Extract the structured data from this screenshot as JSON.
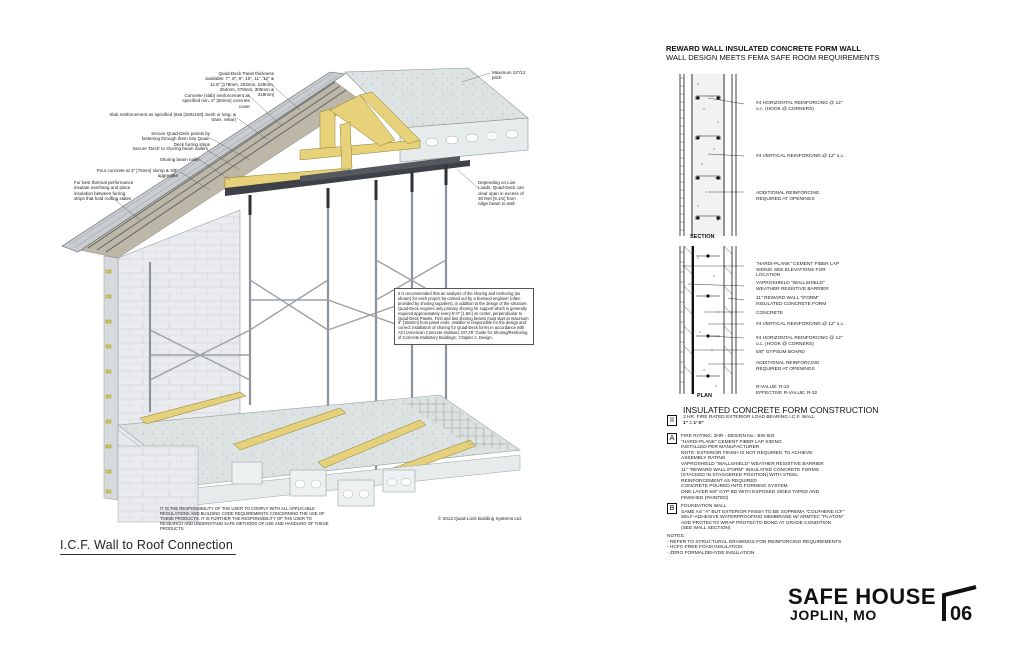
{
  "drawing": {
    "caption": "I.C.F. Wall to Roof Connection",
    "copyright": "© 2013 Quad-Lock Building Systems Ltd.",
    "callouts": [
      "Quad-Deck Panel thickness available: 7\", 8\", 9\", 10\", 11\", 12\" & 12.5\" [178mm, 203mm, 229mm, 254mm, 279mm, 305mm & 318mm]",
      "Concrete (slab) reinforcement as specified min. 2\" [50mm] concrete cover",
      "Slab reinforcement as specified (6x6 [150x150] mesh or long. & trans. rebar)",
      "Secure Quad-Deck panels by fastening through them into Quad-Deck furring strips",
      "Secure 'Deck' to shoring beam nailers",
      "Shoring beam nailer",
      "Pour concrete at 3\" [75mm] slump & 3/8\" aggregate",
      "For best thermal performance insulate overhang and place insulation between furring strips that hold roofing slates",
      "Maximum 12”/12 pitch",
      "Depending on Live Loads, Quad-Deck can clear span in excess of 30 feet [9.1m] from ridge beam to wall"
    ],
    "disclaimer": "It is recommended that an analysis of the shoring and reshoring (as shown) for each project be carried out by a licensed engineer (often provided by shoring suppliers), in addition to the design of the structure. Quad-Deck requires only primary shoring for support which is generally required approximately every 6'-0\" [1.8m] on center, perpendicular to Quad-Deck Panels. First and last shoring beams must start at maximum 6\" [150mm] from panel ends. Installer is responsible for the design and correct installation of shoring for Quad-Deck forms in accordance with ACI (American Concrete Institute) 347.2R 'Guide for Shoring/Reshoring of Concrete Multistory Buildings', Chapter 2, Design.",
    "responsibility": "IT IS THE RESPONSIBILITY OF THE USER TO COMPLY WITH ALL APPLICABLE REGULATIONS AND BUILDING CODE REQUIREMENTS CONCERNING THE USE OF THESE PRODUCTS. IT IS FURTHER THE RESPONSIBILITY OF THE USER TO RESEARCH AND UNDERSTAND SAFE METHODS OF USE AND HANDLING OF THESE PRODUCTS."
  },
  "wall": {
    "title": "REWARD WALL INSULATED CONCRETE FORM WALL",
    "subtitle": "WALL DESIGN MEETS FEMA SAFE ROOM REQUIREMENTS",
    "section_label": "SECTION",
    "plan_label": "PLAN",
    "section_notes": [
      "#4 HORIZONTAL REINFORCING @ 12\" o.c. (HOOK @ CORNERS)",
      "#4 VERTICAL REINFORCING @ 12\" o.c.",
      "ADDITIONAL REINFORCING REQUIRED AT OPENINGS"
    ],
    "plan_notes": [
      "\"HARDI-PLANK\" CEMENT FIBER LAP SIDING SEE ELEVATIONS FOR LOCATION",
      "VAPROSHIELD \"WALLSHIELD\" WEATHER RESISTIVE BARRIER",
      "11\" REWARD WALL \"iFORM\" INSULATED CONCRETE FORM",
      "CONCRETE",
      "#4 VERTICAL REINFORCING @ 12\" o.c.",
      "#4 HORIZONTAL REINFORCING @ 12\" o.c. (HOOK @ CORNERS)",
      "5/8\" GYPSUM BOARD",
      "ADDITIONAL REINFORCING REQUIRED AT OPENINGS"
    ],
    "r_value": "R-VALUE: R-22",
    "effective_r_value": "EFFECTIVE R-VALUE: R-32"
  },
  "construction": {
    "title": "INSULATED CONCRETE FORM CONSTRUCTION",
    "tag": "II",
    "tag_desc": "3 HR. FIRE RATED EXTERIOR LOAD BEARING I.C.F. WALL",
    "scale": "1\" = 1'-0\"",
    "a_tag": "A",
    "a_lines": [
      "FIRE RATING: 3HR - DESIGN No.: BW 503",
      "\"HARDI-PLANK\" CEMENT FIBER LAP SIDING",
      "INSTALLED PER MANUFACTURER",
      "NOTE: EXTERIOR FINISH IS NOT REQUIRED TO ACHIEVE",
      "ASSEMBLY RATING",
      "VAPROSHIELD \"WALLSHIELD\" WEATHER RESISTIVE BARRIER",
      "11\" \"REWARD WALL iFORM\" INSULATED CONCRETE FORMS",
      "(STACKED IN STAGGERED POSITION) WITH STEEL",
      "REINFORCEMENT AS REQUIRED",
      "CONCRETE POURED INTO FORMING SYSTEM",
      "ONE LAYER 5/8\" GYP BD WITH EXPOSED SIDES TAPED AND",
      "FINISHED (PAINTED)"
    ],
    "b_tag": "B",
    "b_lines": [
      "FOUNDATION WALL",
      "SAME AS \"A\" BUT EXTERIOR FINISH TO BE SOPREMA \"COLPHENE ICF\"",
      "SELF-ADHESIVE WATERPROOFING MEMBRANE W/ ARMTEC \"PLATON\"",
      "ADD PROTECTO WRAP PROTECTO BOND AT GRADE CONDITION",
      "(SEE WALL SECTION)"
    ],
    "notes_title": "NOTES:",
    "notes": [
      "- REFER TO STRUCTURAL DRAWINGS FOR REINFORCING REQUIREMENTS",
      "- HCFC-FREE FOAM INSULATION",
      "- ZERO FORMALDEHYDE INSULATION"
    ]
  },
  "titleblock": {
    "project": "SAFE HOUSE",
    "location": "JOPLIN, MO",
    "sheet": "06"
  }
}
